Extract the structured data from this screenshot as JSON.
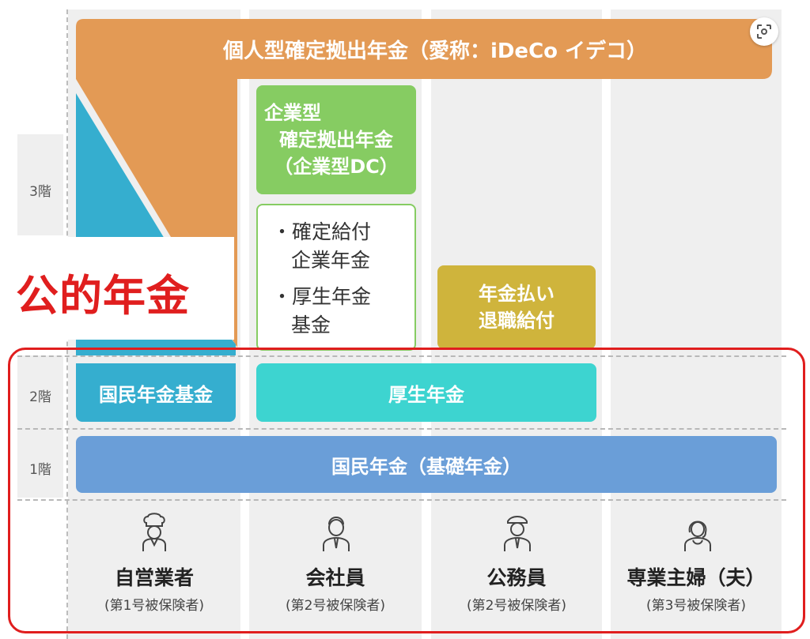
{
  "floors": {
    "f3": "3階",
    "f2": "2階",
    "f1": "1階"
  },
  "public_pension_label": "公的年金",
  "ideco": "個人型確定拠出年金（愛称：iDeCo イデコ）",
  "corporate_dc": {
    "line1": "企業型",
    "line2": "確定拠出年金",
    "line3": "（企業型DC）"
  },
  "db_list": {
    "item1_line1": "・確定給付",
    "item1_line2": "企業年金",
    "item2_line1": "・厚生年金",
    "item2_line2": "基金"
  },
  "retirement": {
    "line1": "年金払い",
    "line2": "退職給付"
  },
  "national_pension_fund": "国民年金基金",
  "employee_pension": "厚生年金",
  "national_pension": "国民年金（基礎年金）",
  "persons": [
    {
      "name": "自営業者",
      "category": "(第1号被保険者)",
      "icon": "chef-icon"
    },
    {
      "name": "会社員",
      "category": "(第2号被保険者)",
      "icon": "office-worker-icon"
    },
    {
      "name": "公務員",
      "category": "(第2号被保険者)",
      "icon": "officer-icon"
    },
    {
      "name": "専業主婦（夫）",
      "category": "(第3号被保険者)",
      "icon": "homemaker-icon"
    }
  ],
  "colors": {
    "ideco": "#e39a55",
    "corporate_dc": "#86cc62",
    "retirement": "#cfb43c",
    "national_pension_fund": "#35aecf",
    "employee_pension": "#3dd4d0",
    "national_pension": "#6a9ed8",
    "highlight": "#e01e1e"
  }
}
